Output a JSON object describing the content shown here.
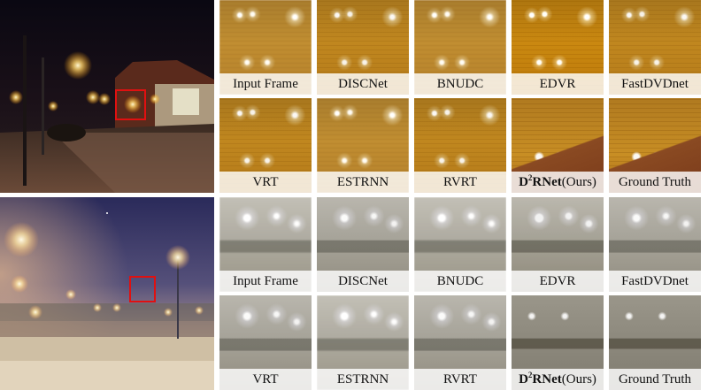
{
  "figure": {
    "rows": [
      {
        "scene": "night-street-building",
        "top_labels": [
          "Input Frame",
          "DISCNet",
          "BNUDC",
          "EDVR",
          "FastDVDnet"
        ],
        "bottom_labels": [
          "VRT",
          "ESTRNN",
          "RVRT",
          "D2RNet(Ours)",
          "Ground Truth"
        ]
      },
      {
        "scene": "night-plaza-lights",
        "top_labels": [
          "Input Frame",
          "DISCNet",
          "BNUDC",
          "EDVR",
          "FastDVDnet"
        ],
        "bottom_labels": [
          "VRT",
          "ESTRNN",
          "RVRT",
          "D2RNet(Ours)",
          "Ground Truth"
        ]
      }
    ],
    "ours": {
      "prefix": "D",
      "sup": "2",
      "bold_rest": "RNet",
      "suffix": "(Ours)"
    },
    "highlight_color": "#e01010"
  }
}
